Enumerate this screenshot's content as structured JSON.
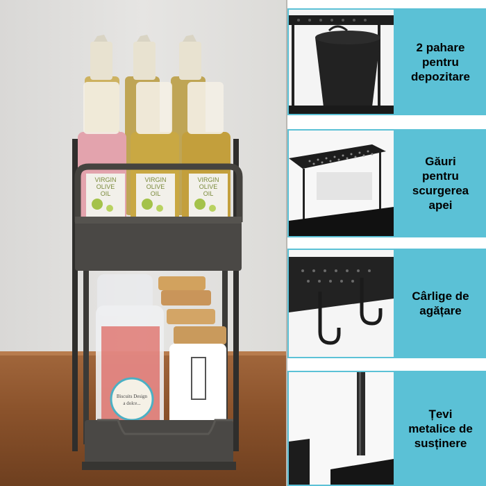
{
  "photo": {
    "bottle_label_line1": "VIRGIN",
    "bottle_label_line2": "OLIVE",
    "bottle_label_line3": "OIL",
    "jar_label_line1": "Biscuits Design",
    "jar_label_line2": "a dolce..."
  },
  "features": [
    {
      "label": "2 pahare\npentru\ndepozitare",
      "icon": "cup-holder"
    },
    {
      "label": "Găuri\npentru\nscurgerea\napei",
      "icon": "drain-holes"
    },
    {
      "label": "Cârlige de\nagățare",
      "icon": "hooks"
    },
    {
      "label": "Țevi\nmetalice de\nsusținere",
      "icon": "support-pipe"
    }
  ],
  "colors": {
    "accent": "#5bc1d6",
    "rack": "#3f3d3b",
    "wood": "#8a522b",
    "wall": "#e2e1df"
  }
}
